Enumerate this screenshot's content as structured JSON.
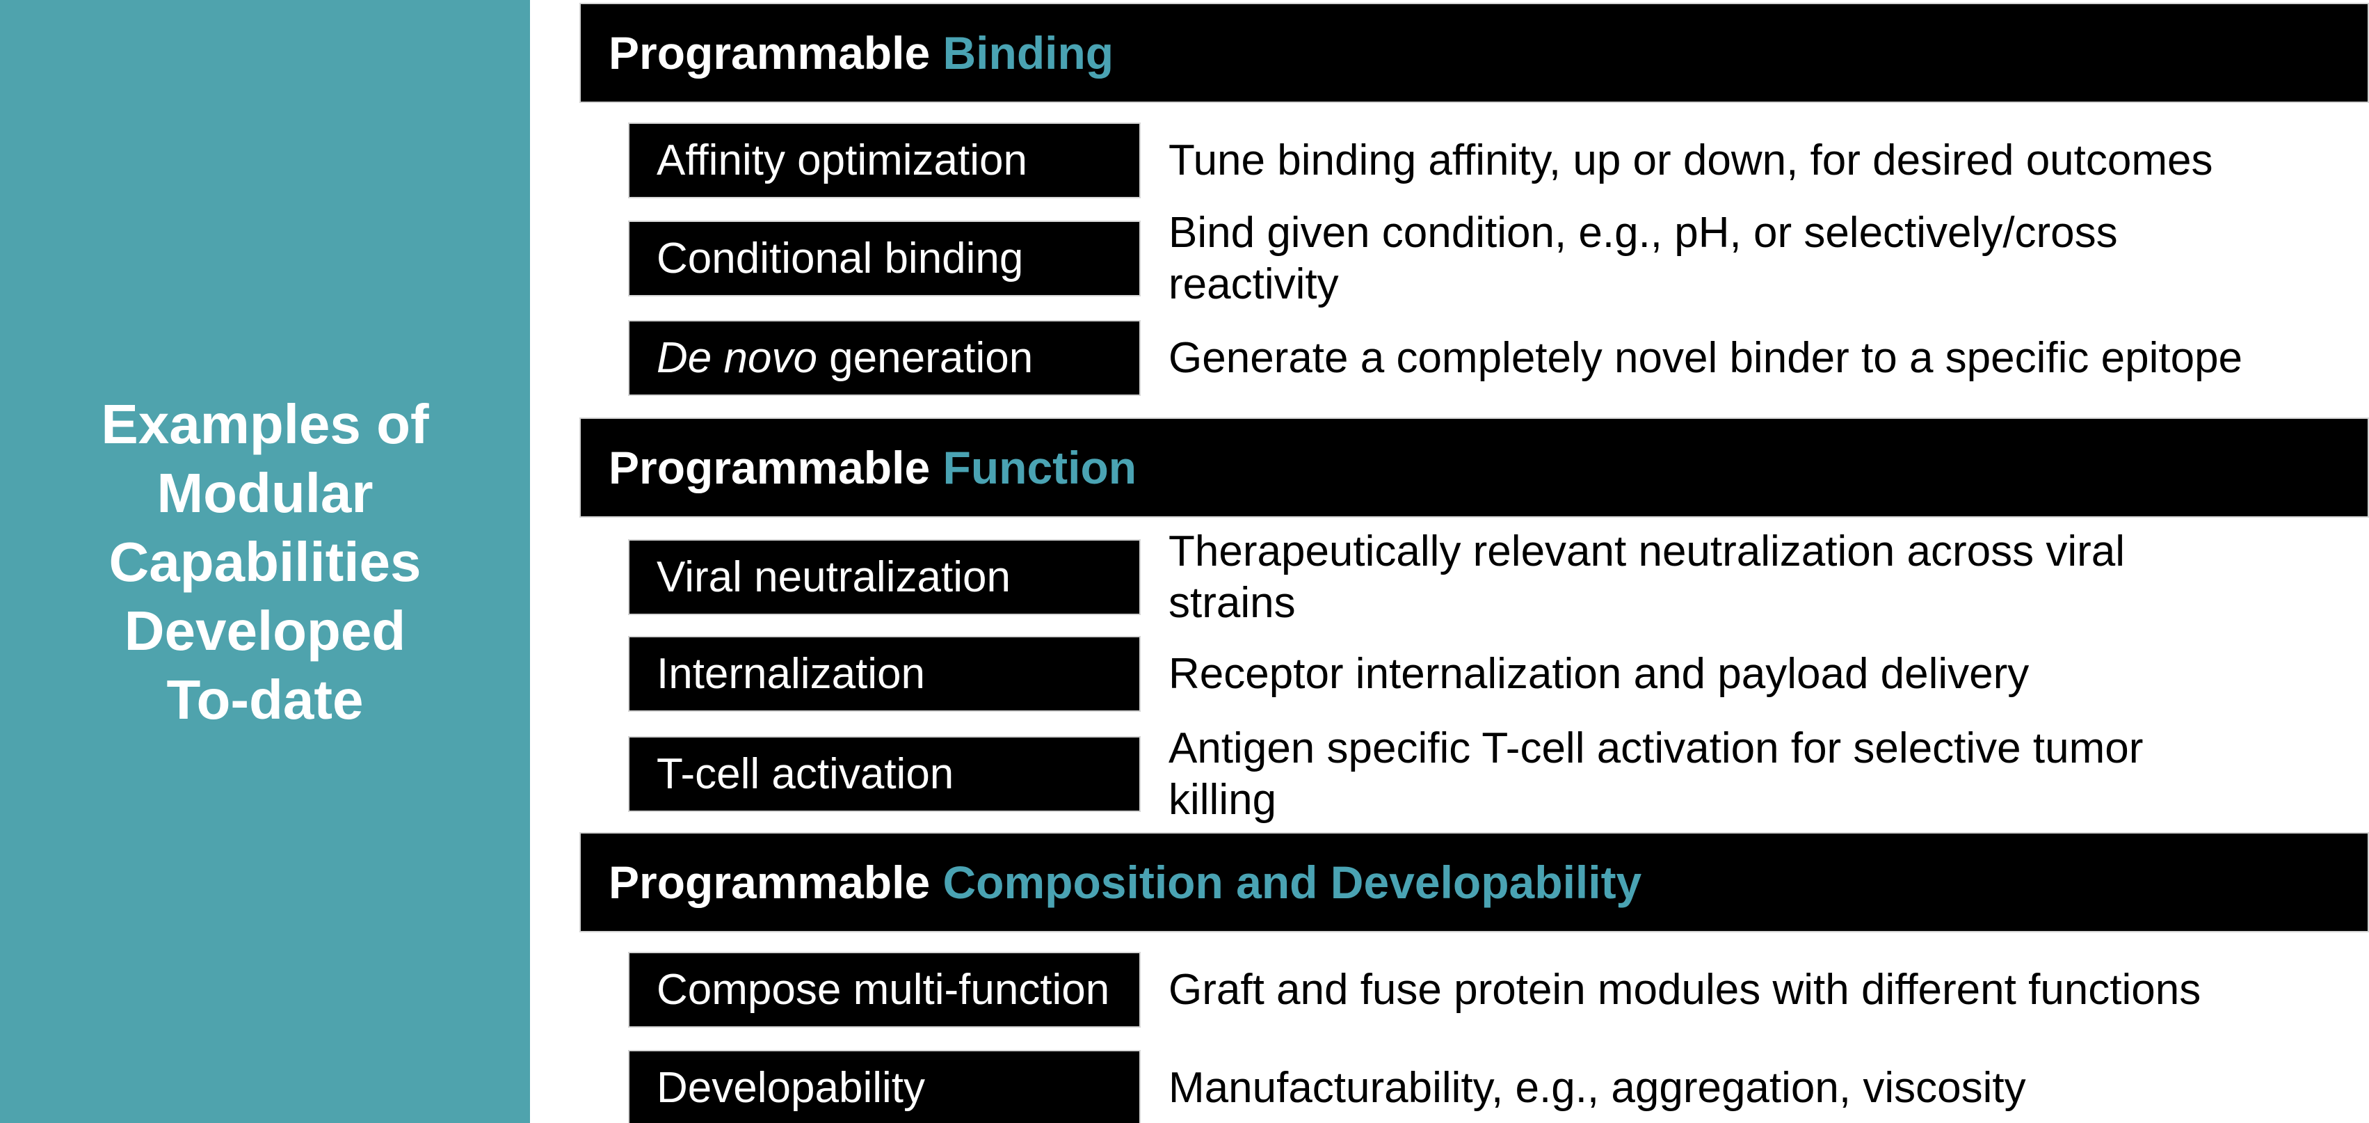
{
  "colors": {
    "sidebar_bg": "#4FA3AD",
    "header_bar_bg": "#000000",
    "label_box_bg": "#000000",
    "accent_teal": "#4AA3B3",
    "text_on_dark": "#FFFFFF",
    "body_text": "#000000"
  },
  "sidebar": {
    "lines": [
      "Examples of",
      "Modular",
      "Capabilities",
      "Developed",
      "To-date"
    ]
  },
  "sections": [
    {
      "heading_prefix": "Programmable ",
      "heading_accent": "Binding",
      "rows": [
        {
          "label_text": "Affinity optimization",
          "desc_lines": [
            "Tune binding affinity, up or down, for desired outcomes"
          ]
        },
        {
          "label_text": "Conditional binding",
          "desc_lines": [
            "Bind given condition, e.g., pH, or selectively/cross",
            "reactivity"
          ]
        },
        {
          "label_italic": "De novo",
          "label_text": " generation",
          "desc_lines": [
            "Generate a completely novel binder to a specific epitope"
          ]
        }
      ]
    },
    {
      "heading_prefix": "Programmable ",
      "heading_accent": "Function",
      "rows": [
        {
          "label_text": "Viral neutralization",
          "desc_lines": [
            "Therapeutically relevant neutralization across viral",
            "strains"
          ]
        },
        {
          "label_text": "Internalization",
          "desc_lines": [
            "Receptor internalization and payload delivery"
          ]
        },
        {
          "label_text": "T-cell activation",
          "desc_lines": [
            "Antigen specific T-cell activation for selective tumor",
            "killing"
          ]
        }
      ]
    },
    {
      "heading_prefix": "Programmable ",
      "heading_accent": "Composition and Developability",
      "rows": [
        {
          "label_text": "Compose multi-function",
          "desc_lines": [
            "Graft and fuse protein modules with different functions"
          ]
        },
        {
          "label_text": "Developability",
          "desc_lines": [
            "Manufacturability, e.g., aggregation, viscosity"
          ]
        }
      ]
    }
  ]
}
